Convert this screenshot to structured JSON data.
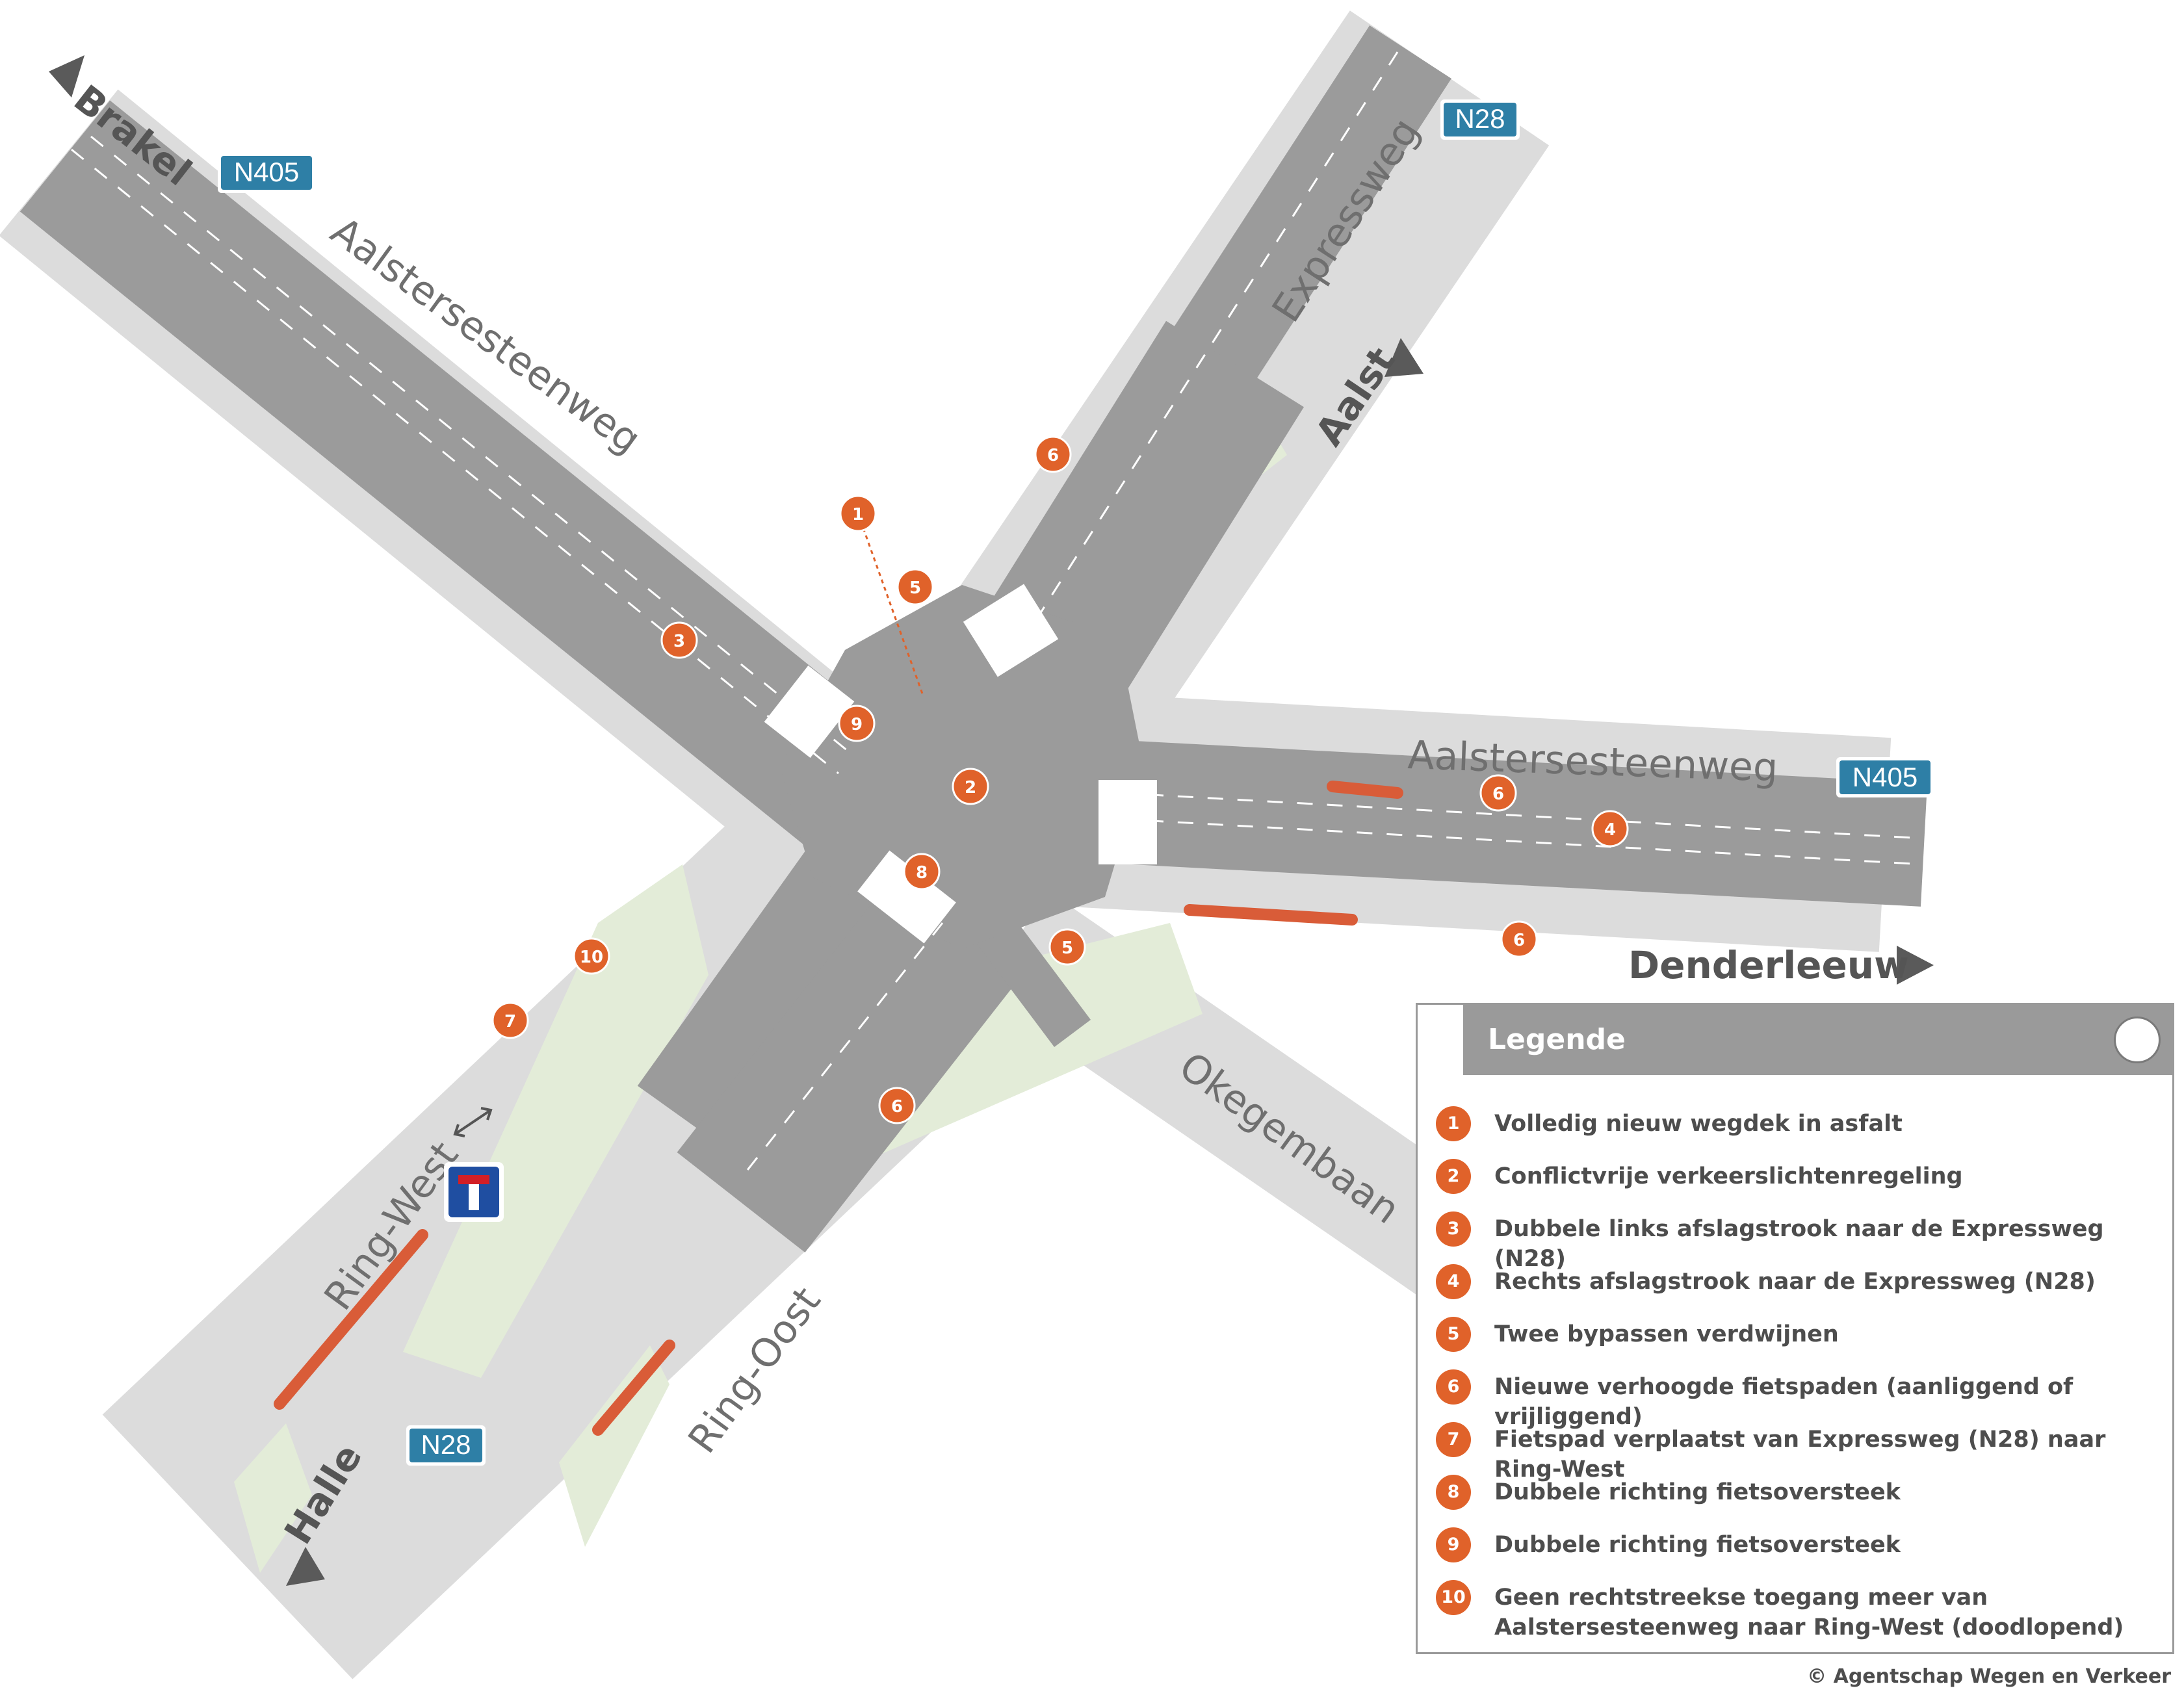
{
  "destinations": {
    "nw": "Brakel",
    "ne": "Aalst",
    "e": "Denderleeuw",
    "sw": "Halle"
  },
  "route_badges": {
    "n405_left": "N405",
    "n28_top": "N28",
    "n405_right": "N405",
    "n28_bottom": "N28"
  },
  "road_names": {
    "aalsterse_nw": "Aalstersesteenweg",
    "expressweg": "Expressweg",
    "aalsterse_e": "Aalstersesteenweg",
    "okegembaan": "Okegembaan",
    "ring_west": "Ring-West",
    "ring_oost": "Ring-Oost"
  },
  "markers": [
    {
      "n": "1",
      "c": "1"
    },
    {
      "n": "2",
      "c": "2"
    },
    {
      "n": "3",
      "c": "3"
    },
    {
      "n": "4",
      "c": "4"
    },
    {
      "n": "5a",
      "c": "5"
    },
    {
      "n": "5b",
      "c": "5"
    },
    {
      "n": "6a",
      "c": "6"
    },
    {
      "n": "6b",
      "c": "6"
    },
    {
      "n": "6c",
      "c": "6"
    },
    {
      "n": "6d",
      "c": "6"
    },
    {
      "n": "7",
      "c": "7"
    },
    {
      "n": "8",
      "c": "8"
    },
    {
      "n": "9",
      "c": "9"
    },
    {
      "n": "10",
      "c": "10"
    }
  ],
  "legend": {
    "title": "Legende",
    "items": [
      {
        "num": "1",
        "text": "Volledig nieuw wegdek in asfalt"
      },
      {
        "num": "2",
        "text": "Conflictvrije verkeerslichtenregeling"
      },
      {
        "num": "3",
        "text": "Dubbele links afslagstrook naar de Expressweg (N28)"
      },
      {
        "num": "4",
        "text": "Rechts afslagstrook naar de Expressweg (N28)"
      },
      {
        "num": "5",
        "text": "Twee bypassen verdwijnen"
      },
      {
        "num": "6",
        "text": "Nieuwe verhoogde fietspaden (aanliggend of vrijliggend)"
      },
      {
        "num": "7",
        "text": "Fietspad verplaatst van Expressweg (N28) naar Ring-West"
      },
      {
        "num": "8",
        "text": "Dubbele richting fietsoversteek"
      },
      {
        "num": "9",
        "text": "Dubbele richting fietsoversteek"
      },
      {
        "num": "10",
        "text": "Geen rechtstreekse toegang meer van Aalstersesteenweg naar Ring-West (doodlopend)"
      }
    ]
  },
  "copyright": "© Agentschap Wegen en Verkeer",
  "colors": {
    "asphalt": "#9b9b9b",
    "verge": "#dcdcdc",
    "grass": "#e3ecd8",
    "marker": "#e0622a",
    "badge": "#2e7fa6",
    "bike_path": "#d95c38"
  }
}
